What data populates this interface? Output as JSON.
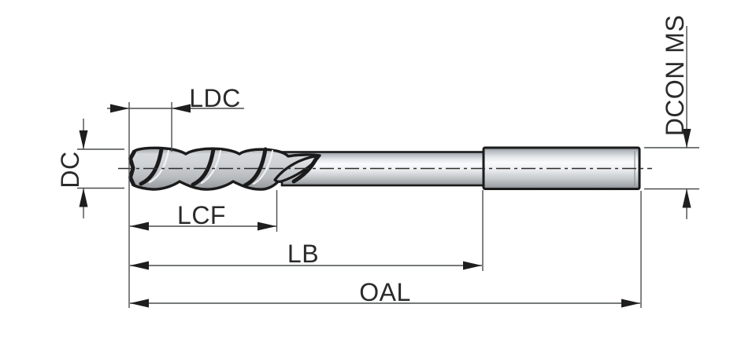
{
  "drawing": {
    "description": "Technical dimension diagram of a spiral-fluted cutting tool (reamer/end mill) side view",
    "labels": {
      "ldc": "LDC",
      "dc": "DC",
      "lcf": "LCF",
      "lb": "LB",
      "oal": "OAL",
      "dcon_ms": "DCON MS"
    },
    "colors": {
      "background": "#ffffff",
      "outline": "#1b1b1b",
      "dimension_line": "#4a4d4f",
      "arrow": "#1e1e1e",
      "text": "#2a2a2a",
      "metal_highlight": "#fafbfc",
      "metal_shadow": "#82878c"
    }
  }
}
